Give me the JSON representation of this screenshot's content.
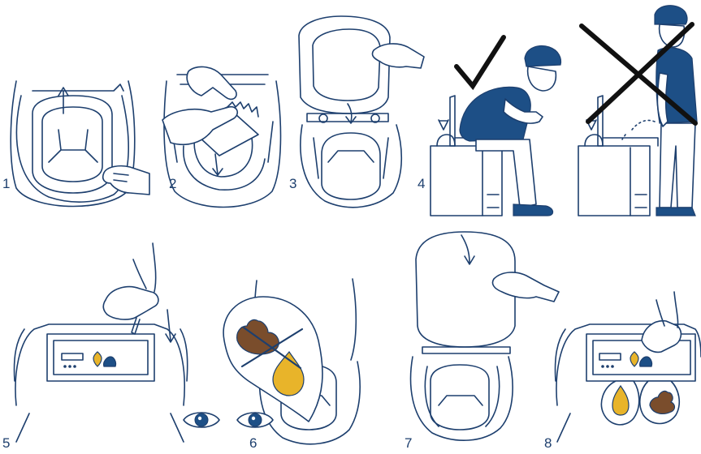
{
  "steps": [
    {
      "number": "1"
    },
    {
      "number": "2"
    },
    {
      "number": "3"
    },
    {
      "number": "4"
    },
    {
      "number": "5"
    },
    {
      "number": "6"
    },
    {
      "number": "7"
    },
    {
      "number": "8"
    }
  ],
  "colors": {
    "line": "#1d3f6e",
    "body": "#1d4f86",
    "poo": "#7a4d2c",
    "urine": "#e8b42a",
    "mark": "#111111"
  },
  "icons": [
    "check-mark-icon",
    "cross-mark-icon",
    "eye-icon",
    "poo-icon",
    "urine-drop-icon",
    "arrow-icon",
    "hand-icon",
    "ban-icon"
  ]
}
